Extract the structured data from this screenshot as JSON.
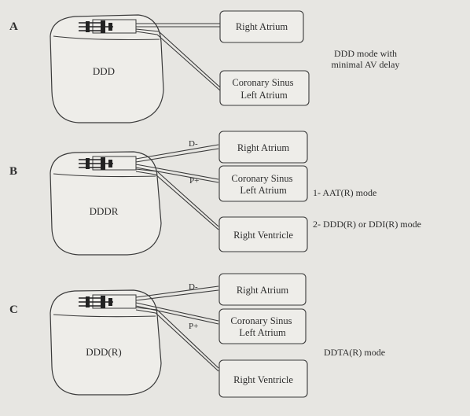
{
  "panels": [
    {
      "letter": "A",
      "generator": "DDD",
      "boxes": [
        "Right Atrium",
        "Coronary Sinus|Left Atrium"
      ],
      "polarity": [],
      "notes": [
        "DDD mode with",
        "minimal AV delay"
      ]
    },
    {
      "letter": "B",
      "generator": "DDDR",
      "boxes": [
        "Right Atrium",
        "Coronary Sinus|Left Atrium",
        "Right Ventricle"
      ],
      "polarity": [
        "D-",
        "P+"
      ],
      "notes": [
        "1- AAT(R) mode",
        "2- DDD(R) or DDI(R) mode"
      ]
    },
    {
      "letter": "C",
      "generator": "DDD(R)",
      "boxes": [
        "Right Atrium",
        "Coronary Sinus|Left Atrium",
        "Right Ventricle"
      ],
      "polarity": [
        "D-",
        "P+"
      ],
      "notes": [
        "DDTA(R) mode"
      ]
    }
  ]
}
